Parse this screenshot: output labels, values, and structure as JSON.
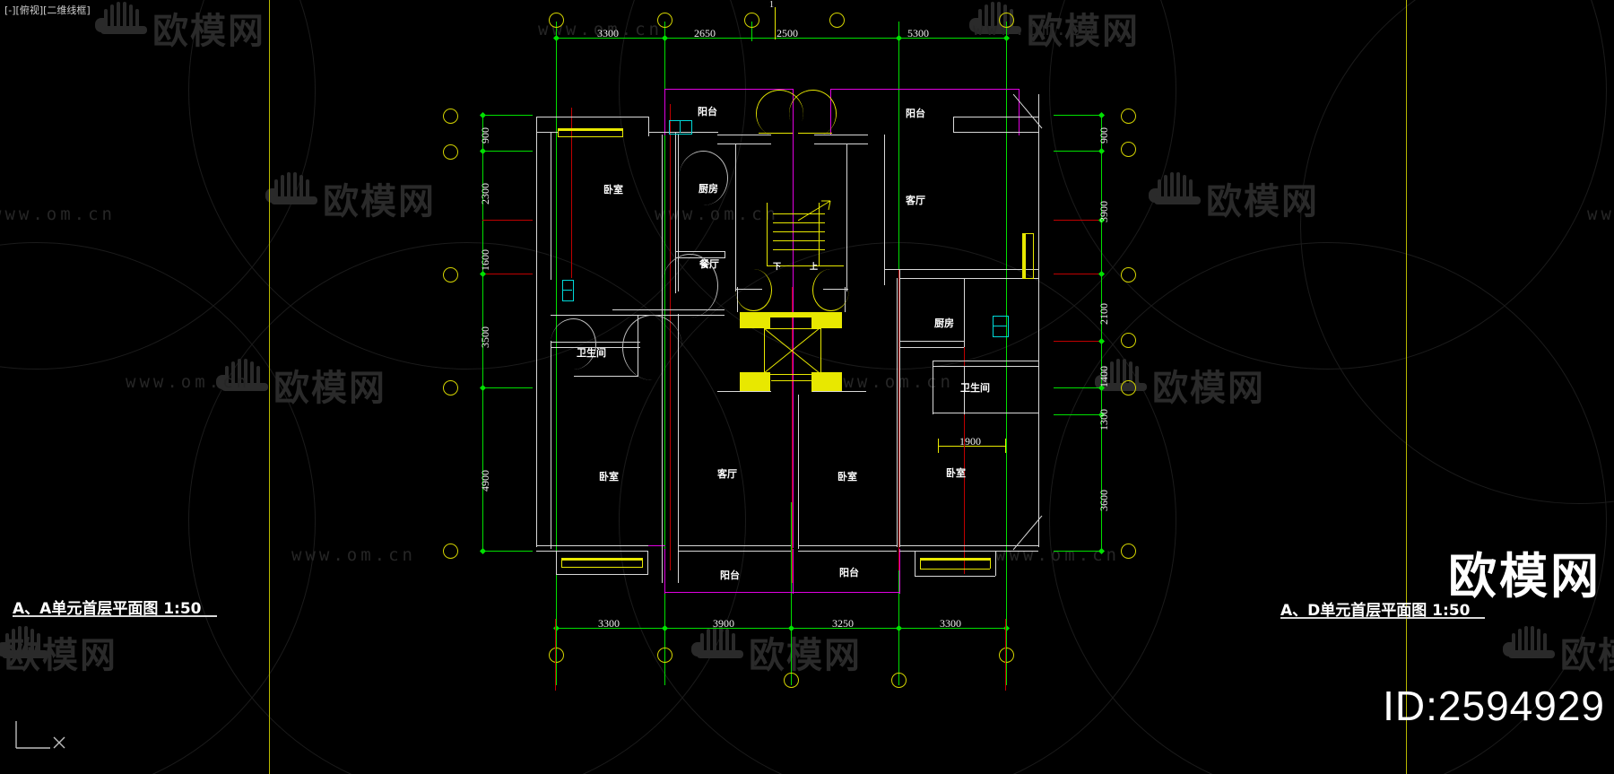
{
  "app": {
    "viewport_label": "[-][俯视][二维线框]",
    "background": "#000000",
    "ucs_icon": "ucs-axis-icon"
  },
  "watermark": {
    "brand_text": "欧模网",
    "url_text": "www.om.cn",
    "id_text": "ID:2594929",
    "logo_color": "#2a2a2a"
  },
  "titles": {
    "left": "A、A单元首层平面图   1:50",
    "right": "A、D单元首层平面图   1:50"
  },
  "drawing": {
    "type": "architectural-floor-plan",
    "scale": "1:50",
    "colors": {
      "wall": "#d8d8d8",
      "dimension": "#00e000",
      "axis": "#c00000",
      "balcony": "#e000e0",
      "door_stair": "#e8e800",
      "window": "#00d8d8",
      "grid_bubble": "#d4d400"
    },
    "dimensions": {
      "top": [
        "3300",
        "2650",
        "2500",
        "5300"
      ],
      "bottom": [
        "3300",
        "3900",
        "3250",
        "3300"
      ],
      "left": [
        "900",
        "2300",
        "1600",
        "3500",
        "4900"
      ],
      "right": [
        "900",
        "3900",
        "2100",
        "1400",
        "1300",
        "3600"
      ],
      "inner": [
        "1900"
      ]
    },
    "rooms": [
      {
        "name": "阳台",
        "en": "balcony-left-top"
      },
      {
        "name": "阳台",
        "en": "balcony-right-top"
      },
      {
        "name": "卧室",
        "en": "bedroom-upper-left"
      },
      {
        "name": "厨房",
        "en": "kitchen-left"
      },
      {
        "name": "客厅",
        "en": "living-room-right-top"
      },
      {
        "name": "餐厅",
        "en": "dining-room-left"
      },
      {
        "name": "卫生间",
        "en": "bathroom-left"
      },
      {
        "name": "厨房",
        "en": "kitchen-right"
      },
      {
        "name": "卫生间",
        "en": "bathroom-right"
      },
      {
        "name": "卧室",
        "en": "bedroom-lower-left"
      },
      {
        "name": "客厅",
        "en": "living-room-lower-mid"
      },
      {
        "name": "卧室",
        "en": "bedroom-lower-mid"
      },
      {
        "name": "卧室",
        "en": "bedroom-lower-right"
      },
      {
        "name": "阳台",
        "en": "balcony-left-bottom"
      },
      {
        "name": "阳台",
        "en": "balcony-right-bottom"
      }
    ],
    "stair_labels": [
      "下",
      "上"
    ]
  }
}
